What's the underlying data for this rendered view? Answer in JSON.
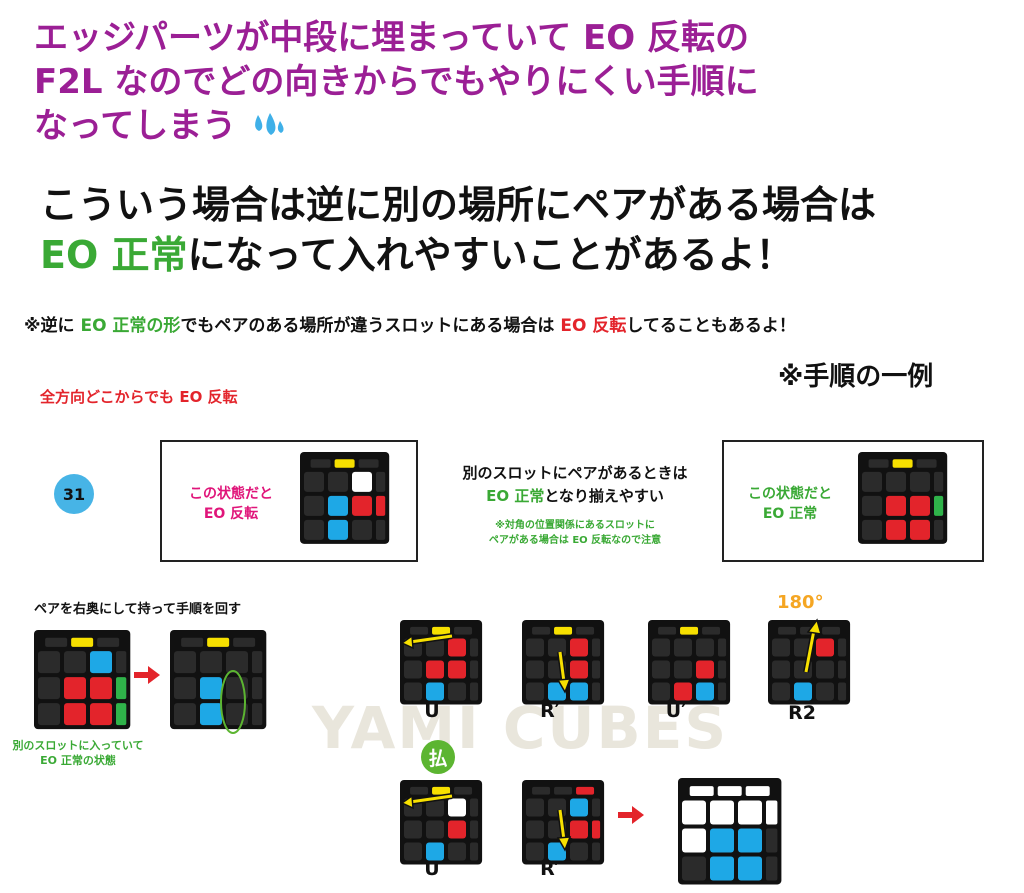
{
  "headline": {
    "line1": "エッジパーツが中段に埋まっていて EO 反転の",
    "line2": "F2L なのでどの向きからでもやりにくい手順に",
    "line3": "なってしまう"
  },
  "subheadline": {
    "line1": "こういう場合は逆に別の場所にペアがある場合は",
    "line2_green": "EO 正常",
    "line2_rest": "になって入れやすいことがあるよ！"
  },
  "note": {
    "prefix": "※逆に ",
    "green": "EO 正常の形",
    "middle": "でもペアのある場所が違うスロットにある場合は ",
    "red": "EO 反転",
    "suffix": "してることもあるよ！"
  },
  "example_label": "※手順の一例",
  "all_directions": "全方向どこからでも EO 反転",
  "case_number": "31",
  "state_left": {
    "line1": "この状態だと",
    "line2": "EO 反転"
  },
  "state_right": {
    "line1": "この状態だと",
    "line2": "EO 正常"
  },
  "center_message": {
    "line1": "別のスロットにペアがあるときは",
    "line2_green": "EO 正常",
    "line2_rest": "となり揃えやすい"
  },
  "small_note": {
    "line1": "※対角の位置関係にあるスロットに",
    "line2": "ペアがある場合は EO 反転なので注意"
  },
  "pair_instruction": "ペアを右奥にして持って手順を回す",
  "left_note": {
    "line1": "別のスロットに入っていて",
    "line2": "EO 正常の状態"
  },
  "moves_row1": [
    "U",
    "R′",
    "U′",
    "R2"
  ],
  "rotation_label": "180°",
  "harai_label": "払",
  "moves_row2": [
    "U",
    "R′"
  ],
  "watermark": "YAMI CUBES",
  "colors": {
    "purple": "#9b1f95",
    "green": "#3aa935",
    "red": "#e3242b",
    "cube_blue": "#1ea8e6",
    "cube_red": "#e3242b",
    "cube_yellow": "#f7e000",
    "cube_green": "#2fb34a",
    "cube_black": "#2b2b2b"
  },
  "icons": [
    "water-drops-icon",
    "red-arrow-icon",
    "yellow-arrow-icon",
    "green-ellipse-highlight"
  ]
}
